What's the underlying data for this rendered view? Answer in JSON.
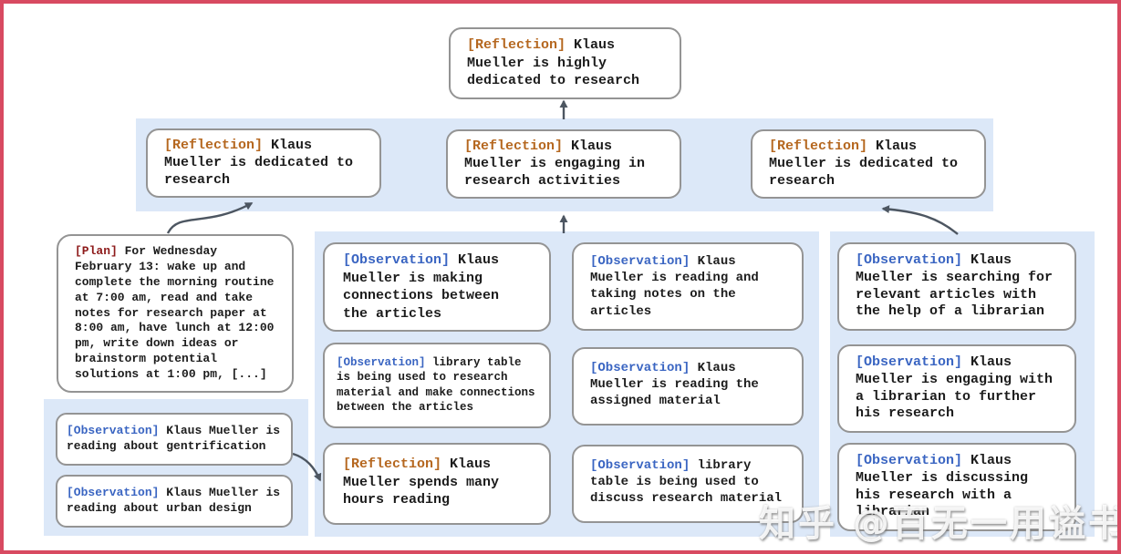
{
  "watermark": "知乎 @百无一用谥书生",
  "colors": {
    "reflection_tag": "#b5671f",
    "observation_tag": "#3a65c2",
    "plan_tag": "#8e1b1b",
    "band_background": "#dce8f8",
    "box_border": "#949494",
    "arrow": "#4d5661",
    "frame_border": "#d84a61"
  },
  "nodes": {
    "root": {
      "tag": "[Reflection]",
      "text": "Klaus Mueller is highly dedicated to research"
    },
    "level2": [
      {
        "tag": "[Reflection]",
        "text": "Klaus Mueller is dedicated to research"
      },
      {
        "tag": "[Reflection]",
        "text": "Klaus Mueller is engaging in research activities"
      },
      {
        "tag": "[Reflection]",
        "text": "Klaus Mueller is dedicated to research"
      }
    ],
    "plan": {
      "tag": "[Plan]",
      "text": "For Wednesday February 13: wake up and complete the morning routine at 7:00 am, read and take notes for research paper at 8:00 am, have lunch at 12:00 pm, write down ideas or brainstorm potential solutions at 1:00 pm, [...]"
    },
    "left_observations": [
      {
        "tag": "[Observation]",
        "text": "Klaus Mueller is reading about gentrification"
      },
      {
        "tag": "[Observation]",
        "text": "Klaus Mueller is reading about urban design"
      }
    ],
    "middle_column": [
      {
        "tag": "[Observation]",
        "text": "Klaus Mueller is making connections between the articles"
      },
      {
        "tag": "[Observation]",
        "text": "library table is being used to research material and make connections between the articles"
      },
      {
        "tag": "[Reflection]",
        "text": "Klaus Mueller spends many hours reading"
      }
    ],
    "mid_right_column": [
      {
        "tag": "[Observation]",
        "text": "Klaus Mueller is reading and taking notes on the articles"
      },
      {
        "tag": "[Observation]",
        "text": "Klaus Mueller is reading the assigned material"
      },
      {
        "tag": "[Observation]",
        "text": "library table is being used to discuss research material"
      }
    ],
    "right_column": [
      {
        "tag": "[Observation]",
        "text": "Klaus Mueller is searching for relevant articles with the help of a librarian"
      },
      {
        "tag": "[Observation]",
        "text": "Klaus Mueller is engaging with a librarian to further his research"
      },
      {
        "tag": "[Observation]",
        "text": "Klaus Mueller is discussing his research with a librarian"
      }
    ]
  }
}
